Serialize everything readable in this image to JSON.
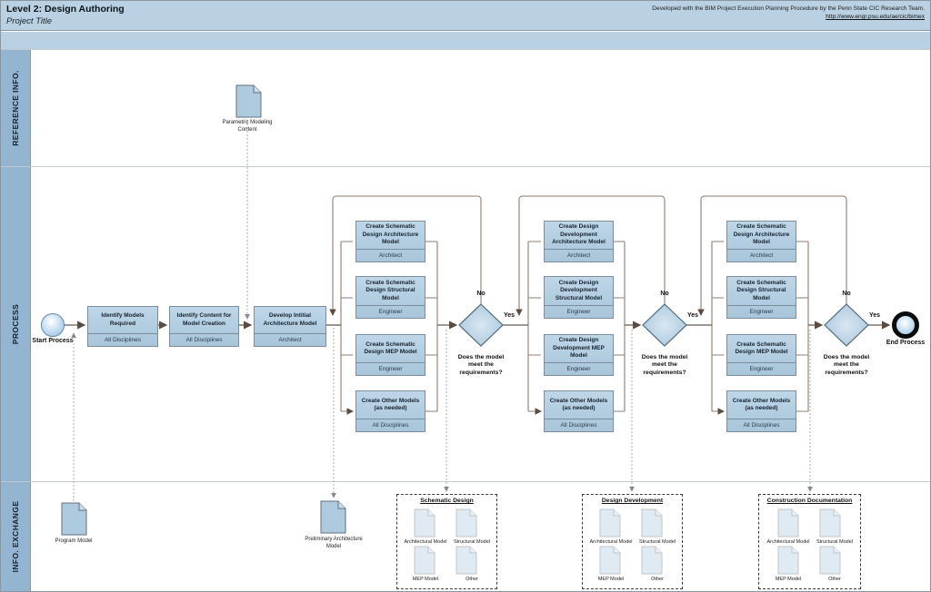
{
  "header": {
    "title": "Level 2: Design Authoring",
    "subtitle": "Project Title",
    "credit_line": "Developed with the BIM Project Execution Planning Procedure by the Penn State CIC Research Team.",
    "credit_link": "http://www.engr.psu.edu/ae/cic/bimex"
  },
  "lanes": [
    {
      "label": "REFERENCE INFO."
    },
    {
      "label": "PROCESS"
    },
    {
      "label": "INFO. EXCHANGE"
    }
  ],
  "reference": {
    "parametric_doc_label": "Parametric Modeling Content"
  },
  "process": {
    "start_label": "Start Process",
    "end_label": "End Process",
    "initial_tasks": [
      {
        "title": "Identify Models Required",
        "role": "All Disciplines"
      },
      {
        "title": "Identify Content for Model Creation",
        "role": "All Disciplines"
      },
      {
        "title": "Develop Intitial Architecture Model",
        "role": "Architect"
      }
    ],
    "groups": [
      {
        "tasks": [
          {
            "title": "Create Schematic Design Architecture Model",
            "role": "Architect"
          },
          {
            "title": "Create Schematic Design Structural Model",
            "role": "Engineer"
          },
          {
            "title": "Create Schematic Design MEP Model",
            "role": "Engineer"
          },
          {
            "title": "Create Other Models (as needed)",
            "role": "All Disciplines"
          }
        ]
      },
      {
        "tasks": [
          {
            "title": "Create Design Development Architecture Model",
            "role": "Architect"
          },
          {
            "title": "Create Design Development Structural Model",
            "role": "Engineer"
          },
          {
            "title": "Create Design Development MEP Model",
            "role": "Engineer"
          },
          {
            "title": "Create Other Models (as needed)",
            "role": "All Disciplines"
          }
        ]
      },
      {
        "tasks": [
          {
            "title": "Create Schematic Design Architecture Model",
            "role": "Architect"
          },
          {
            "title": "Create Schematic Design Structural Model",
            "role": "Engineer"
          },
          {
            "title": "Create Schematic Design MEP Model",
            "role": "Engineer"
          },
          {
            "title": "Create Other Models (as needed)",
            "role": "All Disciplines"
          }
        ]
      }
    ],
    "decisions": [
      {
        "no": "No",
        "yes": "Yes",
        "question": "Does the model meet the requirements?"
      },
      {
        "no": "No",
        "yes": "Yes",
        "question": "Does the model meet the requirements?"
      },
      {
        "no": "No",
        "yes": "Yes",
        "question": "Does the model meet the requirements?"
      }
    ]
  },
  "exchange": {
    "program_doc_label": "Program Model",
    "preliminary_doc_label": "Preliminary Architecture Model",
    "groups": [
      {
        "title": "Schematic Design",
        "docs": [
          "Architectural Model",
          "Structural Model",
          "MEP Model",
          "Other"
        ]
      },
      {
        "title": "Design Development",
        "docs": [
          "Architectural Model",
          "Structural Model",
          "MEP Model",
          "Other"
        ]
      },
      {
        "title": "Construction Documentation",
        "docs": [
          "Architectural Model",
          "Structural Model",
          "MEP Model",
          "Other"
        ]
      }
    ]
  },
  "colors": {
    "header_bg": "#b9d1e2",
    "lane_bg": "#93b5d1",
    "task_fill": "#b4cfe2",
    "task_border": "#7c8e9b",
    "flow_line": "#6a5a4d",
    "branch_line": "#8d7e6f",
    "association_line": "#ababab"
  }
}
